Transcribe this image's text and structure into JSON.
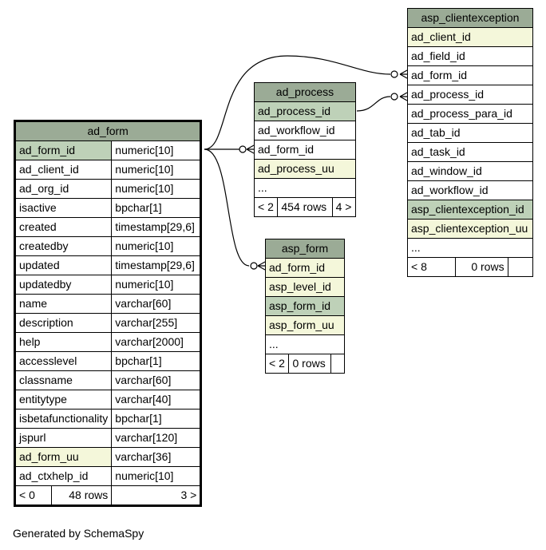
{
  "colors": {
    "header": "#9bab96",
    "primary_key": "#bed1b8",
    "indexed": "#f4f7da",
    "line": "#000000"
  },
  "ad_form": {
    "name": "ad_form",
    "columns": [
      {
        "name": "ad_form_id",
        "type": "numeric[10]",
        "style": "pk"
      },
      {
        "name": "ad_client_id",
        "type": "numeric[10]",
        "style": ""
      },
      {
        "name": "ad_org_id",
        "type": "numeric[10]",
        "style": ""
      },
      {
        "name": "isactive",
        "type": "bpchar[1]",
        "style": ""
      },
      {
        "name": "created",
        "type": "timestamp[29,6]",
        "style": ""
      },
      {
        "name": "createdby",
        "type": "numeric[10]",
        "style": ""
      },
      {
        "name": "updated",
        "type": "timestamp[29,6]",
        "style": ""
      },
      {
        "name": "updatedby",
        "type": "numeric[10]",
        "style": ""
      },
      {
        "name": "name",
        "type": "varchar[60]",
        "style": ""
      },
      {
        "name": "description",
        "type": "varchar[255]",
        "style": ""
      },
      {
        "name": "help",
        "type": "varchar[2000]",
        "style": ""
      },
      {
        "name": "accesslevel",
        "type": "bpchar[1]",
        "style": ""
      },
      {
        "name": "classname",
        "type": "varchar[60]",
        "style": ""
      },
      {
        "name": "entitytype",
        "type": "varchar[40]",
        "style": ""
      },
      {
        "name": "isbetafunctionality",
        "type": "bpchar[1]",
        "style": ""
      },
      {
        "name": "jspurl",
        "type": "varchar[120]",
        "style": ""
      },
      {
        "name": "ad_form_uu",
        "type": "varchar[36]",
        "style": "idx"
      },
      {
        "name": "ad_ctxhelp_id",
        "type": "numeric[10]",
        "style": ""
      }
    ],
    "footer": {
      "parents": "< 0",
      "rows": "48 rows",
      "children": "3 >"
    }
  },
  "ad_process": {
    "name": "ad_process",
    "columns": [
      {
        "name": "ad_process_id",
        "style": "pk"
      },
      {
        "name": "ad_workflow_id",
        "style": ""
      },
      {
        "name": "ad_form_id",
        "style": ""
      },
      {
        "name": "ad_process_uu",
        "style": "idx"
      },
      {
        "name": "...",
        "style": ""
      }
    ],
    "footer": {
      "parents": "< 2",
      "rows": "454 rows",
      "children": "4 >"
    }
  },
  "asp_form": {
    "name": "asp_form",
    "columns": [
      {
        "name": "ad_form_id",
        "style": "idx"
      },
      {
        "name": "asp_level_id",
        "style": "idx"
      },
      {
        "name": "asp_form_id",
        "style": "pk"
      },
      {
        "name": "asp_form_uu",
        "style": "idx"
      },
      {
        "name": "...",
        "style": ""
      }
    ],
    "footer": {
      "parents": "< 2",
      "rows": "0 rows",
      "children": ""
    }
  },
  "asp_clientexception": {
    "name": "asp_clientexception",
    "columns": [
      {
        "name": "ad_client_id",
        "style": "idx"
      },
      {
        "name": "ad_field_id",
        "style": ""
      },
      {
        "name": "ad_form_id",
        "style": ""
      },
      {
        "name": "ad_process_id",
        "style": ""
      },
      {
        "name": "ad_process_para_id",
        "style": ""
      },
      {
        "name": "ad_tab_id",
        "style": ""
      },
      {
        "name": "ad_task_id",
        "style": ""
      },
      {
        "name": "ad_window_id",
        "style": ""
      },
      {
        "name": "ad_workflow_id",
        "style": ""
      },
      {
        "name": "asp_clientexception_id",
        "style": "pk"
      },
      {
        "name": "asp_clientexception_uu",
        "style": "idx"
      },
      {
        "name": "...",
        "style": ""
      }
    ],
    "footer": {
      "parents": "< 8",
      "rows": "0 rows",
      "children": ""
    }
  },
  "generated_by": "Generated by SchemaSpy"
}
